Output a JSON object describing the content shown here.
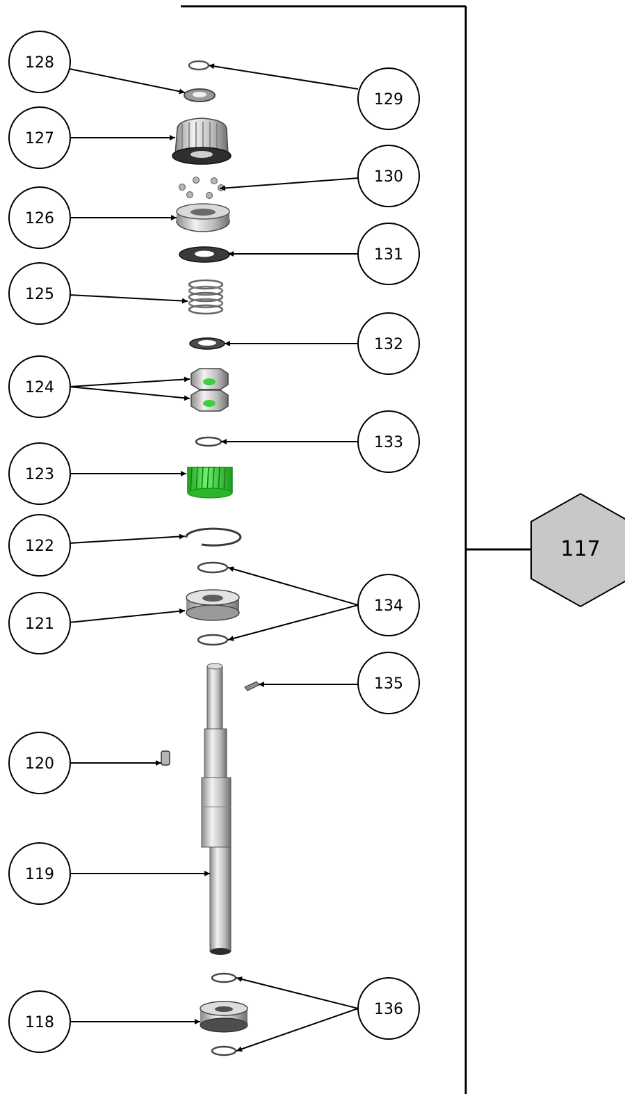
{
  "assembly": {
    "label": "117"
  },
  "callouts": {
    "c118": "118",
    "c119": "119",
    "c120": "120",
    "c121": "121",
    "c122": "122",
    "c123": "123",
    "c124": "124",
    "c125": "125",
    "c126": "126",
    "c127": "127",
    "c128": "128",
    "c129": "129",
    "c130": "130",
    "c131": "131",
    "c132": "132",
    "c133": "133",
    "c134": "134",
    "c135": "135",
    "c136": "136"
  },
  "colors": {
    "line": "#000000",
    "hex_fill": "#c8c8c8",
    "gear_green": "#3fd43f",
    "metal_light": "#e6e6e6",
    "metal_mid": "#a9a9a9",
    "metal_dark": "#555555"
  }
}
